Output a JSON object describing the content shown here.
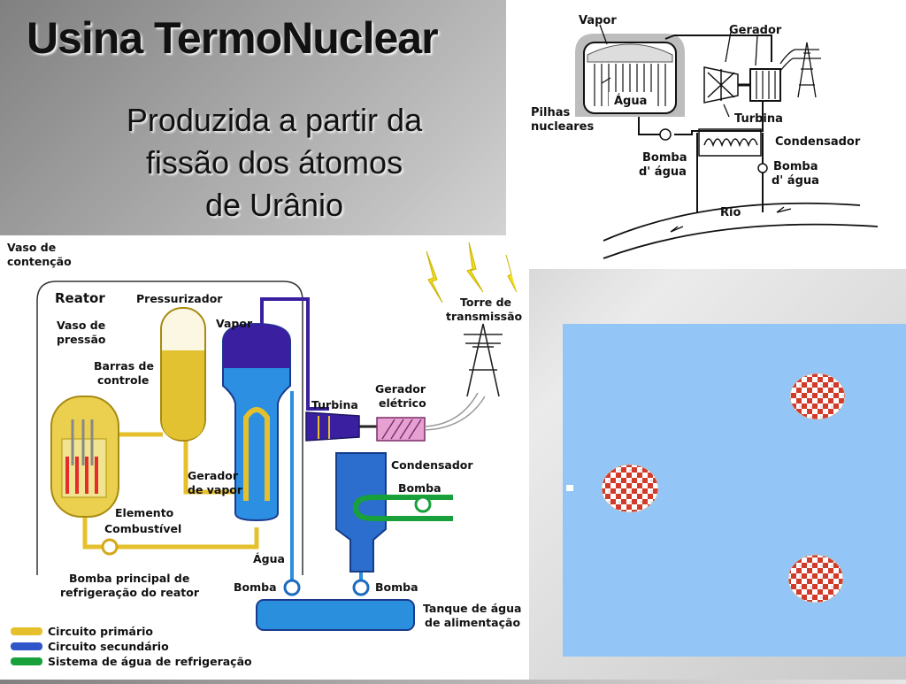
{
  "slide": {
    "title": "Usina TermoNuclear",
    "subtitle": [
      "Produzida a partir da",
      "fissão dos átomos",
      "de Urânio"
    ]
  },
  "top_diagram": {
    "vapor": "Vapor",
    "gerador": "Gerador",
    "agua": "Água",
    "pilhas": [
      "Pilhas",
      "nucleares"
    ],
    "turbina": "Turbina",
    "condensador": "Condensador",
    "bomba_agua_left": [
      "Bomba",
      "d' água"
    ],
    "bomba_agua_right": [
      "Bomba",
      "d' água"
    ],
    "rio": "Rio"
  },
  "main_diagram": {
    "vaso_contencao": [
      "Vaso de",
      "contenção"
    ],
    "reator": "Reator",
    "pressurizador": "Pressurizador",
    "vapor": "Vapor",
    "vaso_pressao": [
      "Vaso de",
      "pressão"
    ],
    "barras": [
      "Barras de",
      "controle"
    ],
    "torre": [
      "Torre de",
      "transmissão"
    ],
    "turbina": "Turbina",
    "gerador": [
      "Gerador",
      "elétrico"
    ],
    "gerador_vapor": [
      "Gerador",
      "de vapor"
    ],
    "condensador": "Condensador",
    "bomba_cond": "Bomba",
    "elemento": [
      "Elemento",
      "Combustível"
    ],
    "agua": "Água",
    "bomba_principal": [
      "Bomba principal de",
      "refrigeração do reator"
    ],
    "bomba_left": "Bomba",
    "bomba_right": "Bomba",
    "tanque": [
      "Tanque de água",
      "de alimentação"
    ],
    "legend": [
      {
        "label": "Circuito primário",
        "color": "#e6c02c"
      },
      {
        "label": "Circuito secundário",
        "color": "#2f56c9"
      },
      {
        "label": "Sistema de água de refrigeração",
        "color": "#18a13a"
      }
    ]
  },
  "colors": {
    "primary": "#e6c02c",
    "secondary_dark": "#3a1fa0",
    "secondary_light": "#2a8fdd",
    "cooling": "#18a13a",
    "animation_bg": "#93c5f7",
    "atom": "#d23a2a"
  }
}
